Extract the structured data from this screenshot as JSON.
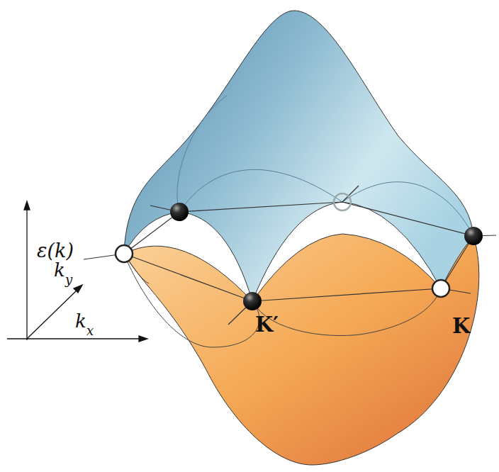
{
  "diagram": {
    "labels": [
      "ε(k)",
      "k",
      "y",
      "k",
      "x",
      "K′",
      "K"
    ]
  }
}
